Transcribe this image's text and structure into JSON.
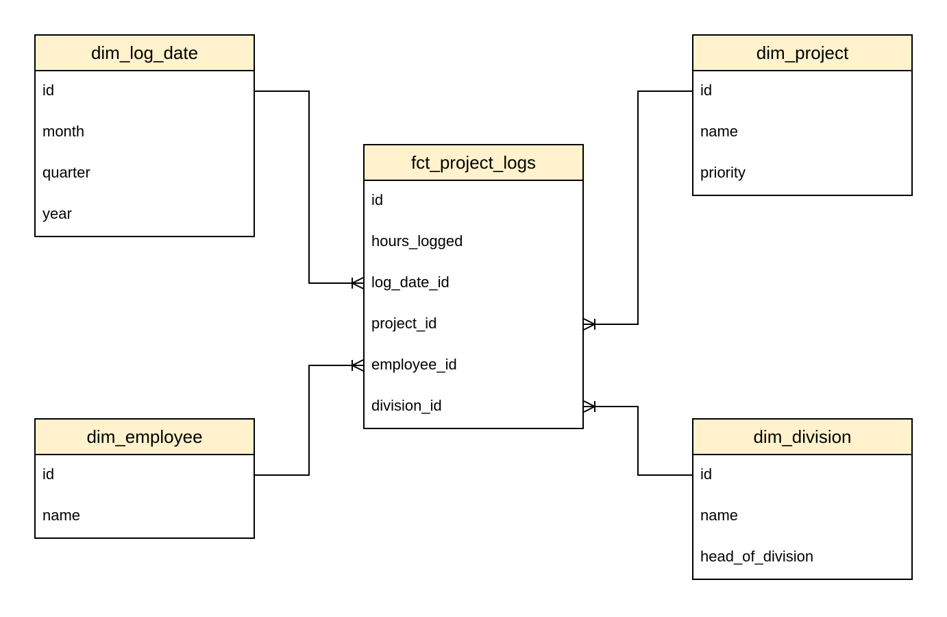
{
  "diagram": {
    "tables": {
      "dim_log_date": {
        "name": "dim_log_date",
        "fields": [
          "id",
          "month",
          "quarter",
          "year"
        ]
      },
      "dim_project": {
        "name": "dim_project",
        "fields": [
          "id",
          "name",
          "priority"
        ]
      },
      "fct_project_logs": {
        "name": "fct_project_logs",
        "fields": [
          "id",
          "hours_logged",
          "log_date_id",
          "project_id",
          "employee_id",
          "division_id"
        ]
      },
      "dim_employee": {
        "name": "dim_employee",
        "fields": [
          "id",
          "name"
        ]
      },
      "dim_division": {
        "name": "dim_division",
        "fields": [
          "id",
          "name",
          "head_of_division"
        ]
      }
    },
    "relationships": [
      {
        "from": "dim_log_date.id",
        "to": "fct_project_logs.log_date_id",
        "cardinality": "one-to-many"
      },
      {
        "from": "dim_project.id",
        "to": "fct_project_logs.project_id",
        "cardinality": "one-to-many"
      },
      {
        "from": "dim_employee.id",
        "to": "fct_project_logs.employee_id",
        "cardinality": "one-to-many"
      },
      {
        "from": "dim_division.id",
        "to": "fct_project_logs.division_id",
        "cardinality": "one-to-many"
      }
    ],
    "colors": {
      "header_fill": "#fff2cc",
      "border": "#000000",
      "line": "#000000"
    }
  }
}
